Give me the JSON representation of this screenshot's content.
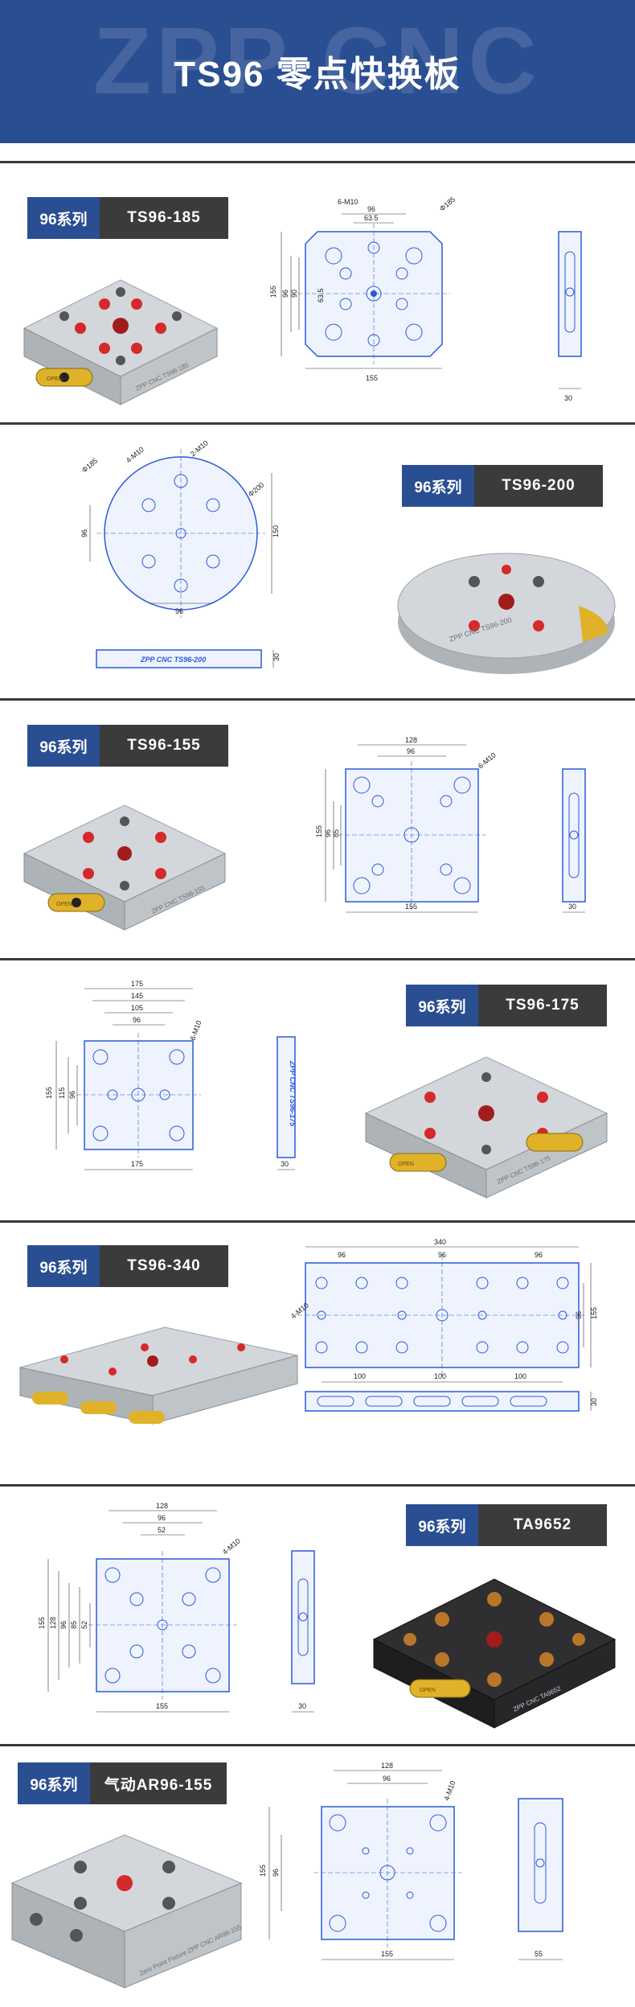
{
  "header": {
    "watermark": "ZPP CNC",
    "title": "TS96 零点快换板"
  },
  "sections": [
    {
      "series": "96系列",
      "model": "TS96-185",
      "engraving": "ZPP CNC TS96-185",
      "open_label": "OPEN",
      "dims": {
        "d1": "96",
        "d2": "63.5",
        "d3": "6-M10",
        "d4": "Φ185",
        "d5": "155",
        "d6": "96",
        "d7": "90",
        "d8": "63.5",
        "d9": "155",
        "d10": "30"
      }
    },
    {
      "series": "96系列",
      "model": "TS96-200",
      "engraving": "ZPP CNC TS96-200",
      "side_label": "ZPP CNC TS96-200",
      "dims": {
        "d1": "4-M10",
        "d2": "2-M10",
        "d3": "Φ185",
        "d4": "Φ200",
        "d5": "96",
        "d6": "150",
        "d7": "96",
        "d8": "30"
      }
    },
    {
      "series": "96系列",
      "model": "TS96-155",
      "engraving": "ZPP CNC TS96-155",
      "open_label": "OPEN",
      "dims": {
        "d1": "128",
        "d2": "96",
        "d3": "6-M10",
        "d4": "155",
        "d5": "96",
        "d6": "85",
        "d7": "155",
        "d8": "30"
      }
    },
    {
      "series": "96系列",
      "model": "TS96-175",
      "engraving": "ZPP CNC TS96-175",
      "side_label": "ZPP CNC TS96-175",
      "open_label": "OPEN",
      "dims": {
        "d1": "175",
        "d2": "145",
        "d3": "105",
        "d4": "96",
        "d5": "6-M10",
        "d6": "155",
        "d7": "115",
        "d8": "96",
        "d9": "175",
        "d10": "30"
      }
    },
    {
      "series": "96系列",
      "model": "TS96-340",
      "dims": {
        "d1": "340",
        "d2": "96",
        "d3": "96",
        "d4": "96",
        "d5": "4-M10",
        "d6": "155",
        "d7": "96",
        "d8": "100",
        "d9": "100",
        "d10": "100",
        "d11": "30"
      }
    },
    {
      "series": "96系列",
      "model": "TA9652",
      "engraving": "ZPP CNC TA9652",
      "open_label": "OPEN",
      "dims": {
        "d1": "128",
        "d2": "96",
        "d3": "52",
        "d4": "4-M10",
        "d5": "155",
        "d6": "128",
        "d7": "96",
        "d8": "85",
        "d9": "52",
        "d10": "155",
        "d11": "30"
      }
    },
    {
      "series": "96系列",
      "model": "气动AR96-155",
      "engraving": "Zero Point Fixture ZPP CNC AR96-155",
      "dims": {
        "d1": "128",
        "d2": "96",
        "d3": "4-M10",
        "d4": "155",
        "d5": "96",
        "d6": "155",
        "d7": "55"
      }
    }
  ],
  "colors": {
    "header_bg": "#2a4e92",
    "series_badge": "#2a4e92",
    "model_badge": "#3b3b3b",
    "drawing_line": "#2a5bd7",
    "steel": "#c9cdd2",
    "red_pin": "#d42a2a",
    "gold": "#e0b22a",
    "black_plate": "#2a2a2c"
  }
}
